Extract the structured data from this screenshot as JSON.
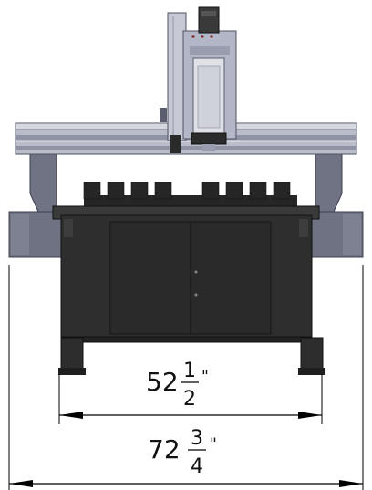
{
  "dimensions": {
    "inner": {
      "whole": "52",
      "numerator": "1",
      "denominator": "2",
      "unit": "\""
    },
    "outer": {
      "whole": "72",
      "numerator": "3",
      "denominator": "4",
      "unit": "\""
    }
  },
  "colors": {
    "frame": "#7a7f8f",
    "frame_light": "#aeb2c0",
    "frame_dark": "#4e5262",
    "rail": "#c9ccd6",
    "table": "#2f2f2f",
    "table_dark": "#1f1f1f",
    "slats": "#262626",
    "carriage": "#b4b7c7",
    "spindle": "#d9dae0",
    "dimension_line": "#000000"
  }
}
